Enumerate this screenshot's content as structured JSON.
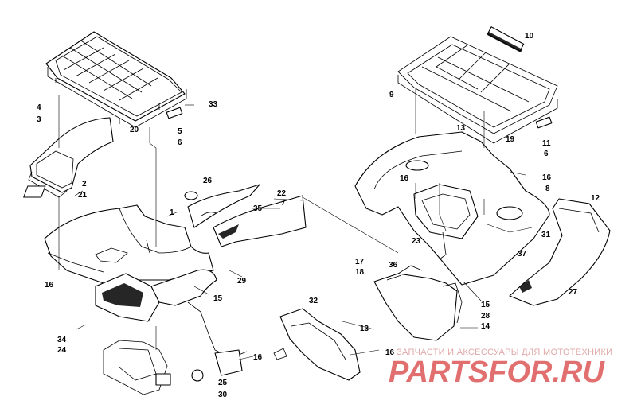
{
  "diagram": {
    "labels": {
      "l1": "1",
      "l2": "2",
      "l3": "3",
      "l4": "4",
      "l5": "5",
      "l6": "6",
      "l7": "7",
      "l8": "8",
      "l9": "9",
      "l10": "10",
      "l11": "11",
      "l12": "12",
      "l13a": "13",
      "l13b": "13",
      "l14": "14",
      "l15a": "15",
      "l15b": "15",
      "l16a": "16",
      "l16b": "16",
      "l16c": "16",
      "l16d": "16",
      "l16e": "16",
      "l17": "17",
      "l18": "18",
      "l19": "19",
      "l20": "20",
      "l21": "21",
      "l22": "22",
      "l23": "23",
      "l24": "24",
      "l25": "25",
      "l26": "26",
      "l27": "27",
      "l28": "28",
      "l29": "29",
      "l30": "30",
      "l31": "31",
      "l32": "32",
      "l33": "33",
      "l34": "34",
      "l35": "35",
      "l36": "36",
      "l37": "37"
    }
  },
  "watermark": {
    "caption": "ЗАПЧАСТИ И АКСЕССУАРЫ ДЛЯ МОТОТЕХНИКИ",
    "brand": "PARTSFOR.RU"
  }
}
